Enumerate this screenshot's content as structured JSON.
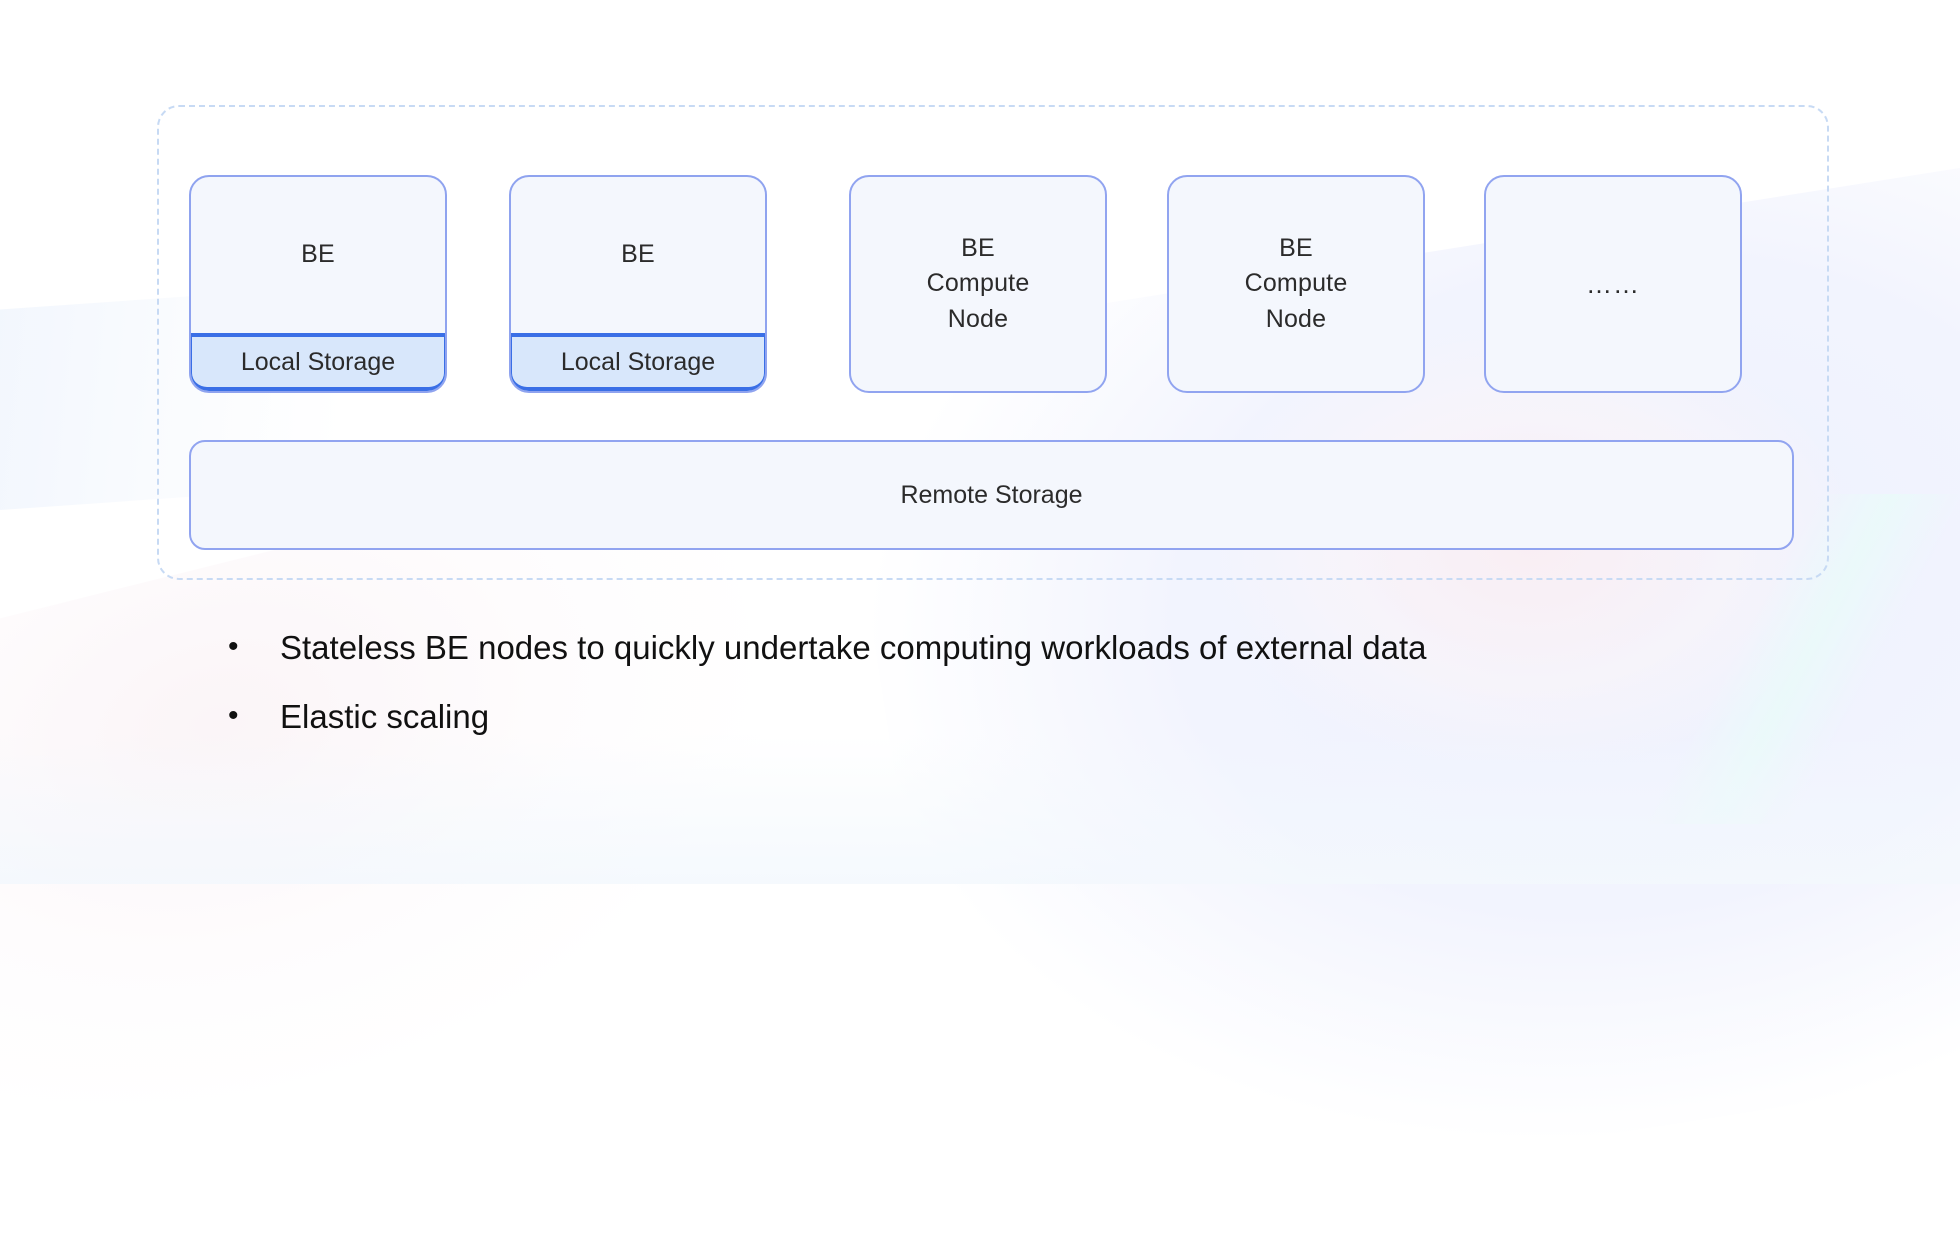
{
  "diagram": {
    "container_style": "dashed-group",
    "nodes": [
      {
        "id": "be-node-1",
        "lines": [
          "BE"
        ],
        "storage_label": "Local Storage",
        "has_local_storage": true
      },
      {
        "id": "be-node-2",
        "lines": [
          "BE"
        ],
        "storage_label": "Local Storage",
        "has_local_storage": true
      },
      {
        "id": "be-compute-node-1",
        "lines": [
          "BE",
          "Compute",
          "Node"
        ],
        "has_local_storage": false
      },
      {
        "id": "be-compute-node-2",
        "lines": [
          "BE",
          "Compute",
          "Node"
        ],
        "has_local_storage": false
      },
      {
        "id": "more-nodes",
        "lines": [
          "……"
        ],
        "has_local_storage": false
      }
    ],
    "remote_storage": {
      "label": "Remote Storage"
    }
  },
  "bullets": [
    {
      "marker": "•",
      "text": "Stateless BE nodes to quickly undertake computing workloads of external data"
    },
    {
      "marker": "•",
      "text": "Elastic scaling"
    }
  ],
  "colors": {
    "node_fill": "#f4f7fd",
    "node_border": "#91a4f0",
    "storage_fill": "#d8e7fb",
    "storage_border": "#3a6fe6",
    "group_border": "#c7daf4",
    "text": "#2b2b2b",
    "background": "#ffffff"
  }
}
